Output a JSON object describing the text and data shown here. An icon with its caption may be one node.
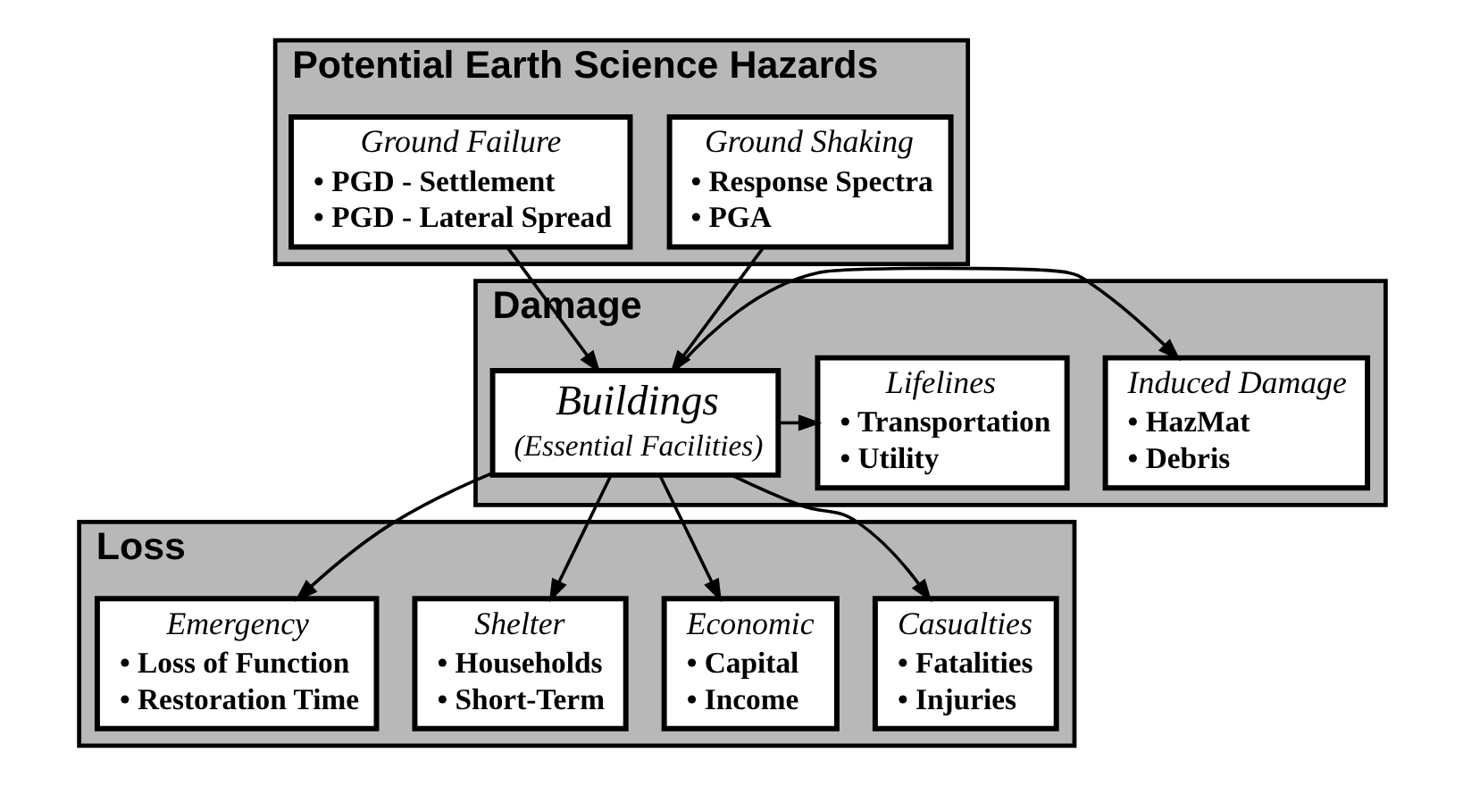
{
  "diagram": {
    "nodes": [
      {
        "text": [
          "Potential Earth Science Hazards"
        ]
      },
      {
        "text": [
          "Ground Shaking",
          "• Response Spectra",
          "• PGA"
        ],
        "in": 0
      },
      {
        "text": [
          "Ground Failure",
          "• PGD - Settlement",
          "• PGD - Lateral Spread"
        ],
        "in": 0
      },
      {
        "text": [
          "Damage"
        ]
      },
      {
        "text": [
          "Induced Damage",
          "• HazMat",
          "• Debris"
        ],
        "in": 3
      },
      {
        "text": [
          "Buildings",
          "(Essential Facilities)"
        ],
        "in": 3
      },
      {
        "text": [
          "Lifelines",
          "• Transportation",
          "• Utility"
        ],
        "in": 3
      },
      {
        "text": [
          "Loss"
        ]
      },
      {
        "text": [
          "Casualties",
          "• Fatalities",
          "• Injuries"
        ],
        "in": 7
      },
      {
        "text": [
          "Economic",
          "• Capital",
          "• Income"
        ],
        "in": 7
      },
      {
        "text": [
          "Shelter",
          "• Households",
          "• Short-Term"
        ],
        "in": 7
      },
      {
        "text": [
          "Emergency",
          "• Loss of Function",
          "• Restoration Time"
        ],
        "in": 7
      }
    ],
    "edges": [
      {
        "from": 1,
        "to": 5,
        "arrow": "to"
      },
      {
        "from": 2,
        "to": 5,
        "arrow": "to"
      },
      {
        "from": 5,
        "to": 4,
        "arrow": "to"
      },
      {
        "from": 5,
        "to": 6,
        "arrow": "to"
      },
      {
        "from": 5,
        "to": 8,
        "arrow": "to"
      },
      {
        "from": 5,
        "to": 9,
        "arrow": "to"
      },
      {
        "from": 5,
        "to": 10,
        "arrow": "to"
      },
      {
        "from": 5,
        "to": 11,
        "arrow": "to"
      }
    ]
  }
}
